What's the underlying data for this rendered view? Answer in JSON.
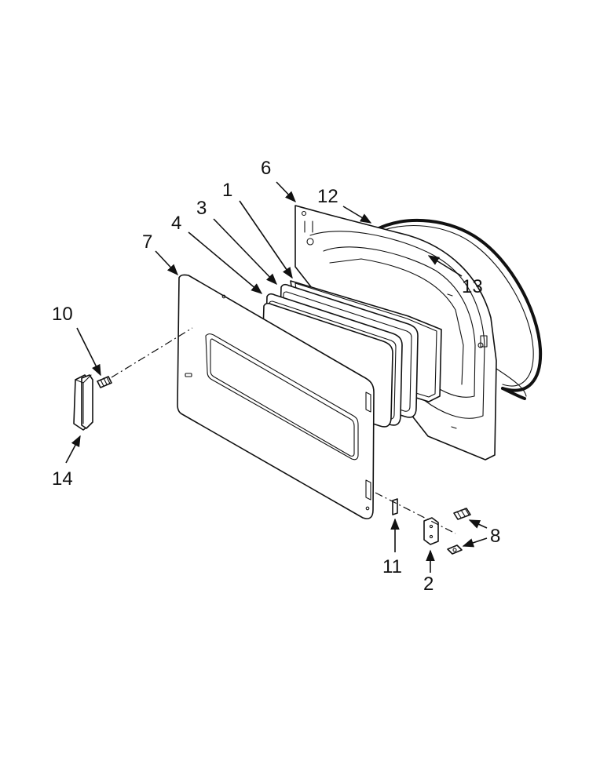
{
  "callouts": [
    {
      "id": "1",
      "label": "1"
    },
    {
      "id": "2",
      "label": "2"
    },
    {
      "id": "3",
      "label": "3"
    },
    {
      "id": "4",
      "label": "4"
    },
    {
      "id": "6",
      "label": "6"
    },
    {
      "id": "7",
      "label": "7"
    },
    {
      "id": "8",
      "label": "8"
    },
    {
      "id": "10",
      "label": "10"
    },
    {
      "id": "11",
      "label": "11"
    },
    {
      "id": "12",
      "label": "12"
    },
    {
      "id": "13",
      "label": "13"
    },
    {
      "id": "14",
      "label": "14"
    }
  ]
}
